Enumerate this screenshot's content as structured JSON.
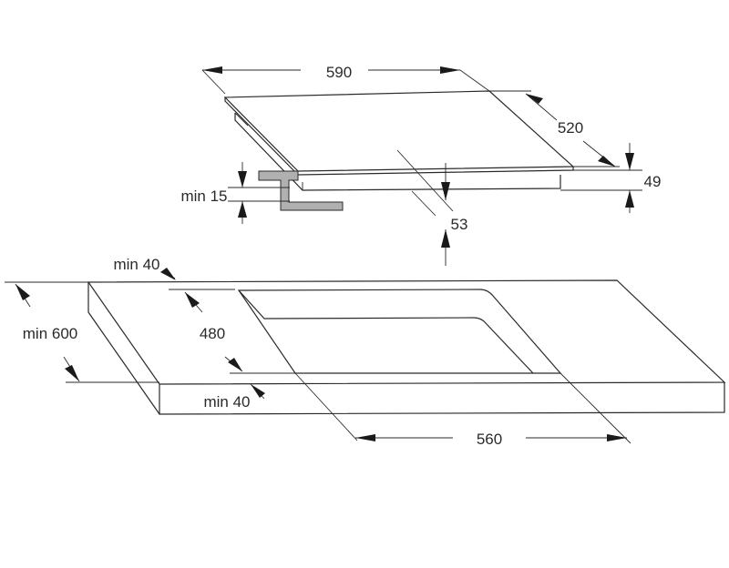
{
  "labels": {
    "width": "590",
    "depth": "520",
    "height": "49",
    "below": "53",
    "clearance": "min 15",
    "back_gap": "min 40",
    "front_gap": "min 40",
    "counter_depth": "min 600",
    "cutout_depth": "480",
    "cutout_width": "560"
  },
  "colors": {
    "line": "#2a2a2a",
    "bracket": "#b0b0b0"
  }
}
